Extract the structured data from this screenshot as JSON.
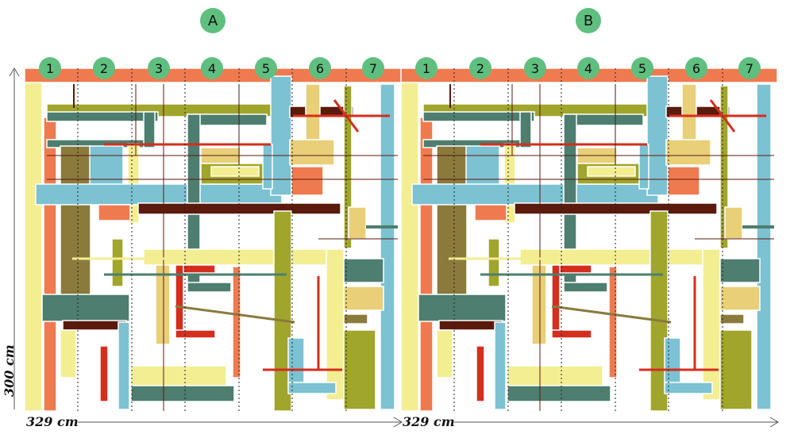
{
  "panels": [
    {
      "label": "A",
      "strips": [
        "1",
        "2",
        "3",
        "4",
        "5",
        "6",
        "7"
      ]
    },
    {
      "label": "B",
      "strips": [
        "1",
        "2",
        "3",
        "4",
        "5",
        "6",
        "7"
      ]
    }
  ],
  "dimensions": {
    "width": "329 cm",
    "height": "300 cm"
  },
  "colors": {
    "badge": "#5fbf7f",
    "orange": "#f07a4f",
    "yellow": "#f3ee92",
    "olive": "#a0a52c",
    "teal": "#4d7e6f",
    "sky": "#7cc2d2",
    "sand": "#e8cf78",
    "red": "#d42e1e",
    "brown": "#5a1a0c",
    "khaki": "#8a7a3c"
  }
}
